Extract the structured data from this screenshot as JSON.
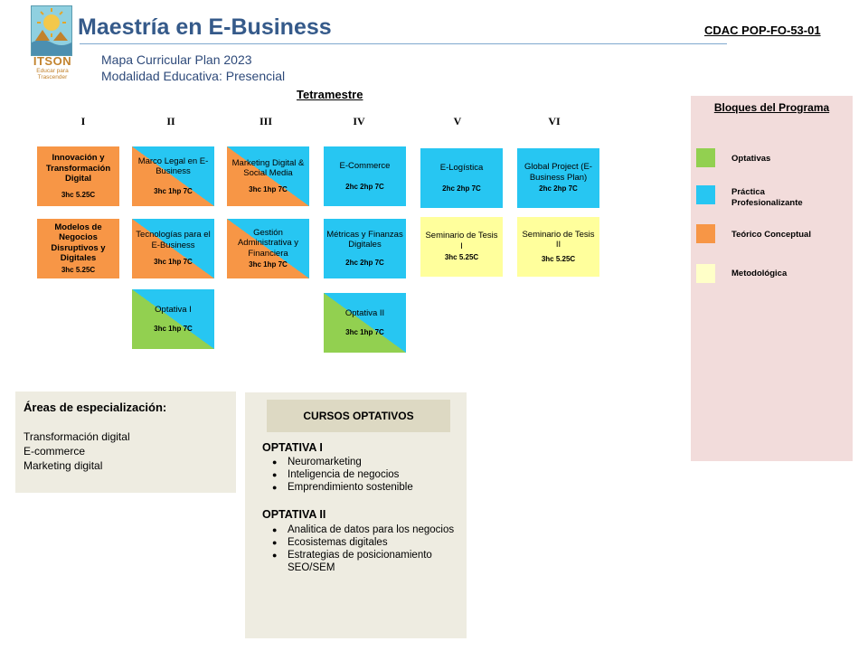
{
  "header": {
    "logo_word": "ITSON",
    "logo_tagline": "Educar para Trascender",
    "title": "Maestría en E-Business",
    "doc_code": "CDAC POP-FO-53-01",
    "plan": "Mapa Curricular Plan 2023",
    "modality": "Modalidad  Educativa: Presencial"
  },
  "grid": {
    "heading": "Tetramestre",
    "columns": [
      "I",
      "II",
      "III",
      "IV",
      "V",
      "VI"
    ],
    "courses": [
      {
        "name": "Innovación y Transformación Digital",
        "credits": "3hc 5.25C",
        "color": "orange"
      },
      {
        "name": "Modelos de Negocios Disruptivos y Digitales",
        "credits": "3hc 5.25C",
        "color": "orange"
      },
      {
        "name": "Marco Legal en E-Business",
        "credits": "3hc 1hp 7C",
        "color": "orange/blue"
      },
      {
        "name": "Tecnologías para el E-Business",
        "credits": "3hc 1hp 7C",
        "color": "orange/blue"
      },
      {
        "name": "Optativa I",
        "credits": "3hc 1hp 7C",
        "color": "green/blue"
      },
      {
        "name": "Marketing Digital & Social Media",
        "credits": "3hc 1hp 7C",
        "color": "orange/blue"
      },
      {
        "name": "Gestión Administrativa y Financiera",
        "credits": "3hc 1hp 7C",
        "color": "orange/blue"
      },
      {
        "name": "E-Commerce",
        "credits": "2hc 2hp 7C",
        "color": "blue"
      },
      {
        "name": "Métricas y Finanzas Digitales",
        "credits": "2hc 2hp 7C",
        "color": "blue"
      },
      {
        "name": "Optativa II",
        "credits": "3hc  1hp 7C",
        "color": "green/blue"
      },
      {
        "name": "E-Logística",
        "credits": "2hc 2hp 7C",
        "color": "blue"
      },
      {
        "name": "Seminario de Tesis I",
        "credits": "3hc 5.25C",
        "color": "yellow"
      },
      {
        "name": "Global Project (E-Business Plan)",
        "credits": "2hc 2hp 7C",
        "color": "blue"
      },
      {
        "name": "Seminario de Tesis II",
        "credits": "3hc 5.25C",
        "color": "yellow"
      }
    ]
  },
  "legend": {
    "title": "Bloques  del Programa",
    "items": [
      {
        "label": "Optativas",
        "color": "#92d050"
      },
      {
        "label": "Práctica Profesionalizante",
        "color": "#27c6f2"
      },
      {
        "label": "Teórico  Conceptual",
        "color": "#f79646"
      },
      {
        "label": "Metodológica",
        "color": "#ffffc8"
      }
    ]
  },
  "areas": {
    "title": "Áreas de especialización:",
    "items": [
      "Transformación  digital",
      "E-commerce",
      "Marketing digital"
    ]
  },
  "optativos": {
    "title": "CURSOS OPTATIVOS",
    "sections": [
      {
        "heading": "OPTATIVA I",
        "items": [
          "Neuromarketing",
          "Inteligencia de negocios",
          "Emprendimiento sostenible"
        ]
      },
      {
        "heading": "OPTATIVA II",
        "items": [
          "Analitica de datos para los negocios",
          "Ecosistemas digitales",
          "Estrategias de posicionamiento SEO/SEM"
        ]
      }
    ]
  }
}
